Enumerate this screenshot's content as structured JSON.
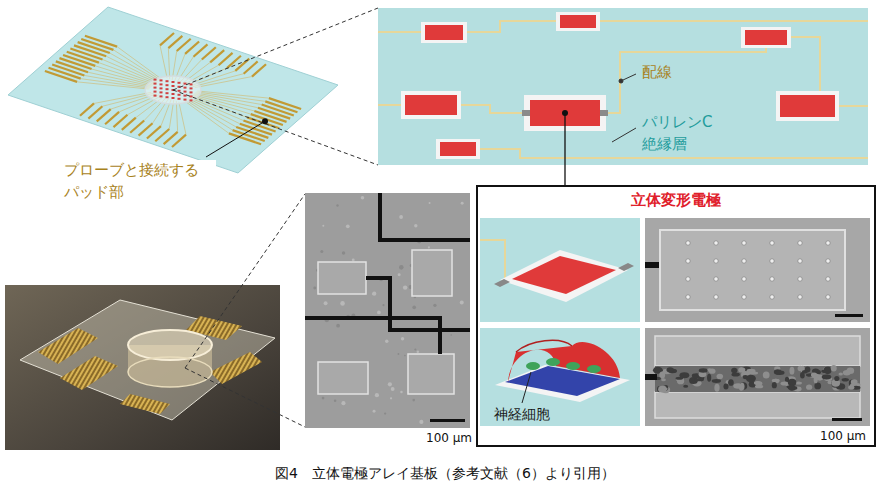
{
  "diagram": {
    "caption": "図4　立体電極アレイ基板（参考文献（6）より引用）",
    "nodes": [
      {
        "text": [
          "立体変形電極"
        ]
      }
    ],
    "labels": [
      "配線",
      "パリレンC 絶縁層",
      "プローブと接続する パッド部",
      "神経細胞",
      "100 µm",
      "100 µm"
    ]
  }
}
